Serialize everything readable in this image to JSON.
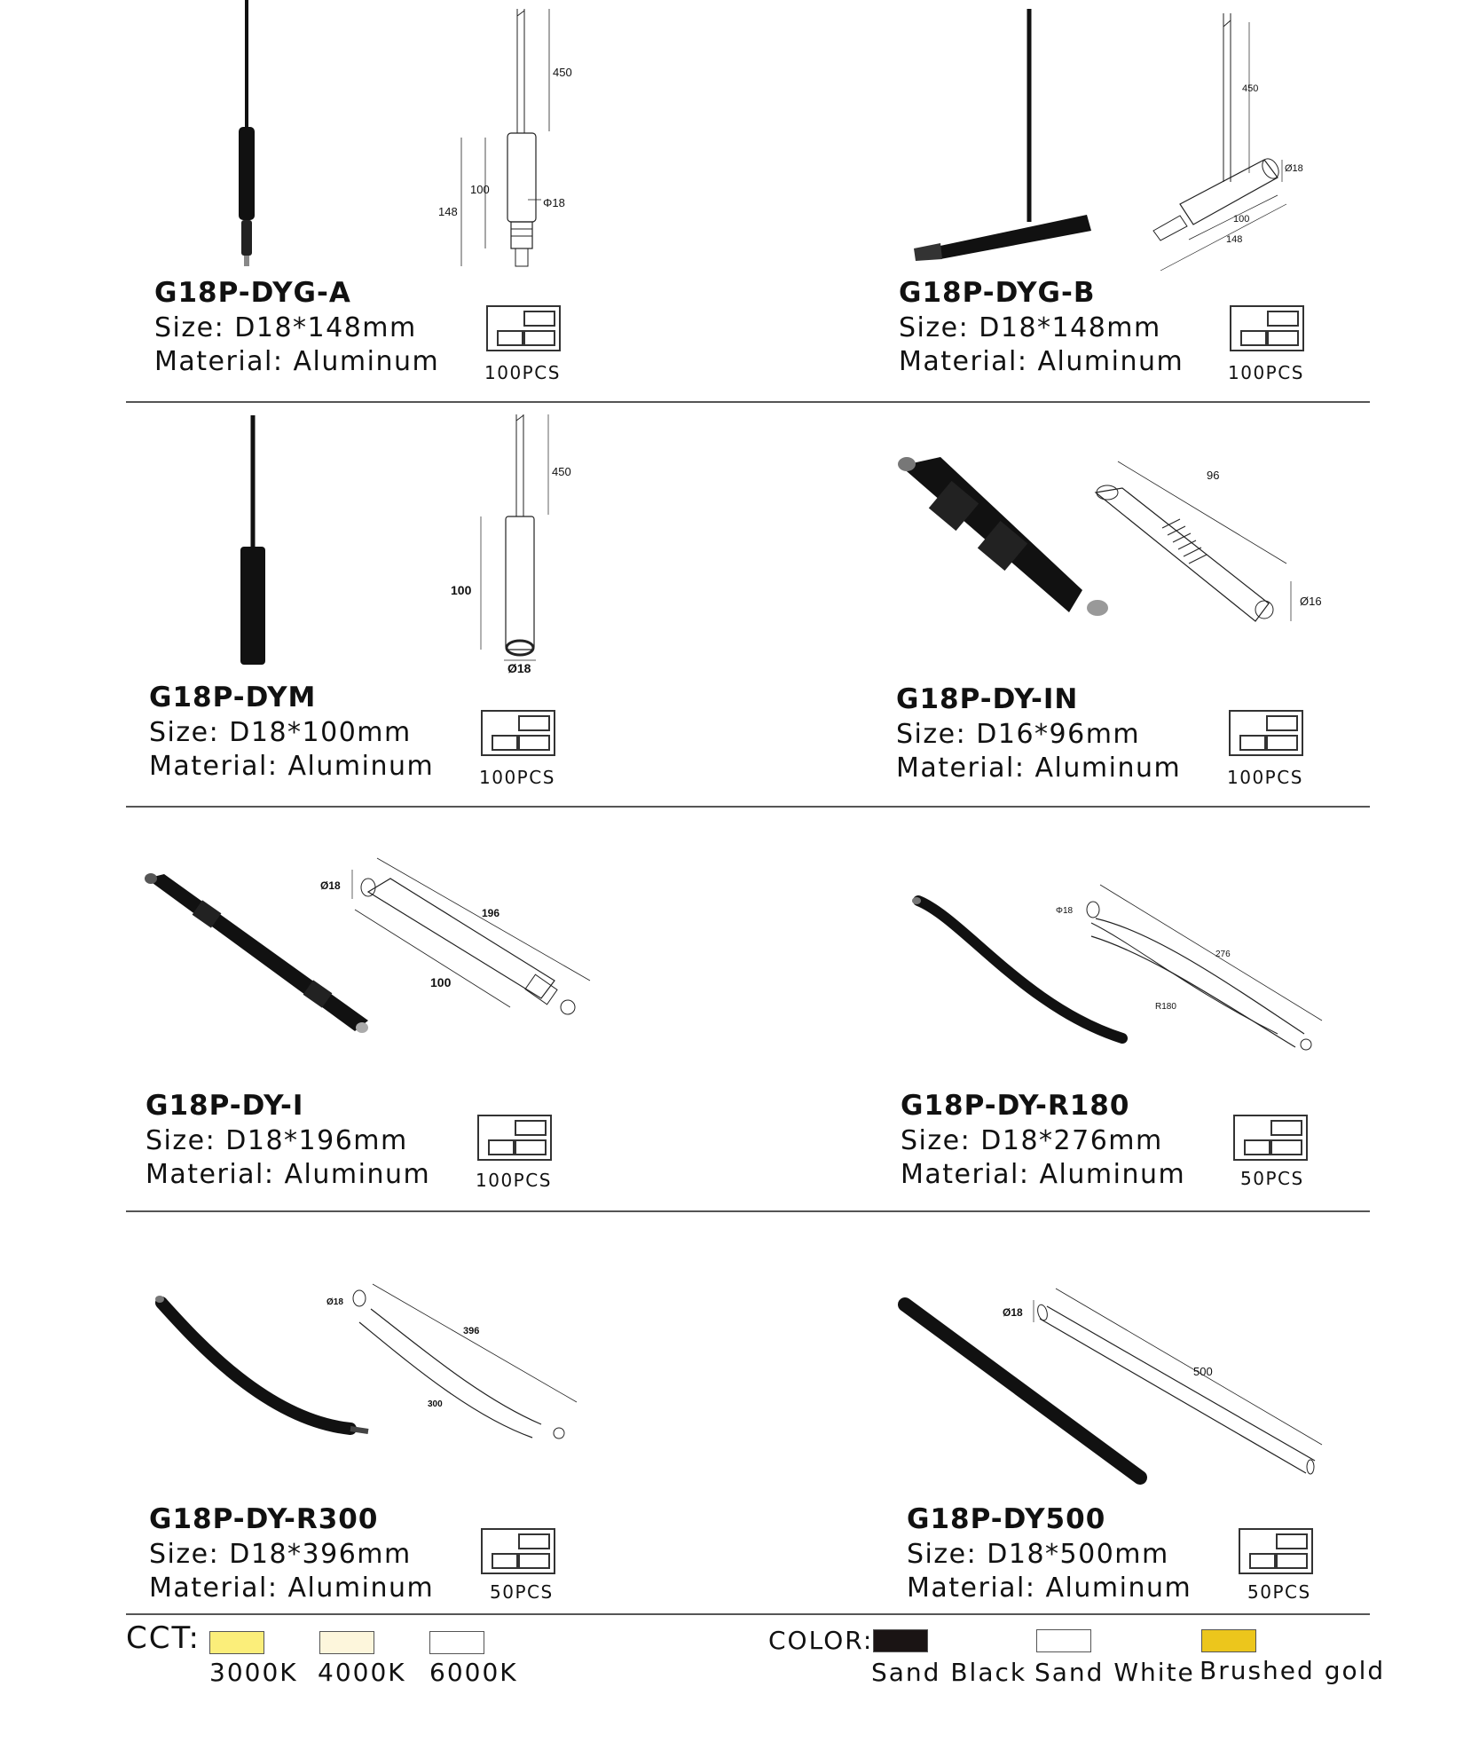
{
  "products": [
    {
      "code": "G18P-DYG-A",
      "size_label": "Size:",
      "size": "D18*148mm",
      "material_label": "Material:",
      "material": "Aluminum",
      "pcs": "100PCS",
      "dims": {
        "a": "450",
        "b": "100",
        "c": "148",
        "d": "Φ18"
      }
    },
    {
      "code": "G18P-DYG-B",
      "size_label": "Size:",
      "size": "D18*148mm",
      "material_label": "Material:",
      "material": "Aluminum",
      "pcs": "100PCS",
      "dims": {
        "a": "450",
        "b": "Ø18",
        "c": "100",
        "d": "148"
      }
    },
    {
      "code": "G18P-DYM",
      "size_label": "Size:",
      "size": "D18*100mm",
      "material_label": "Material:",
      "material": "Aluminum",
      "pcs": "100PCS",
      "dims": {
        "a": "450",
        "b": "100",
        "c": "Ø18"
      }
    },
    {
      "code": "G18P-DY-IN",
      "size_label": "Size:",
      "size": "D16*96mm",
      "material_label": "Material:",
      "material": "Aluminum",
      "pcs": "100PCS",
      "dims": {
        "a": "96",
        "b": "Ø16"
      }
    },
    {
      "code": "G18P-DY-I",
      "size_label": "Size:",
      "size": "D18*196mm",
      "material_label": "Material:",
      "material": "Aluminum",
      "pcs": "100PCS",
      "dims": {
        "a": "Ø18",
        "b": "196",
        "c": "100"
      }
    },
    {
      "code": "G18P-DY-R180",
      "size_label": "Size:",
      "size": "D18*276mm",
      "material_label": "Material:",
      "material": "Aluminum",
      "pcs": "50PCS",
      "dims": {
        "a": "Φ18",
        "b": "276",
        "c": "R180"
      }
    },
    {
      "code": "G18P-DY-R300",
      "size_label": "Size:",
      "size": "D18*396mm",
      "material_label": "Material:",
      "material": "Aluminum",
      "pcs": "50PCS",
      "dims": {
        "a": "Ø18",
        "b": "396",
        "c": "300"
      }
    },
    {
      "code": "G18P-DY500",
      "size_label": "Size:",
      "size": "D18*500mm",
      "material_label": "Material:",
      "material": "Aluminum",
      "pcs": "50PCS",
      "dims": {
        "a": "Ø18",
        "b": "500"
      }
    }
  ],
  "cct": {
    "title": "CCT:",
    "items": [
      {
        "label": "3000K",
        "color": "#fbee7a"
      },
      {
        "label": "4000K",
        "color": "#fdf6dc"
      },
      {
        "label": "6000K",
        "color": "#ffffff"
      }
    ]
  },
  "color": {
    "title": "COLOR:",
    "items": [
      {
        "label": "Sand Black",
        "color": "#1a1414"
      },
      {
        "label": "Sand White",
        "color": "#ffffff"
      },
      {
        "label": "Brushed gold",
        "color": "#ecc61c"
      }
    ]
  }
}
